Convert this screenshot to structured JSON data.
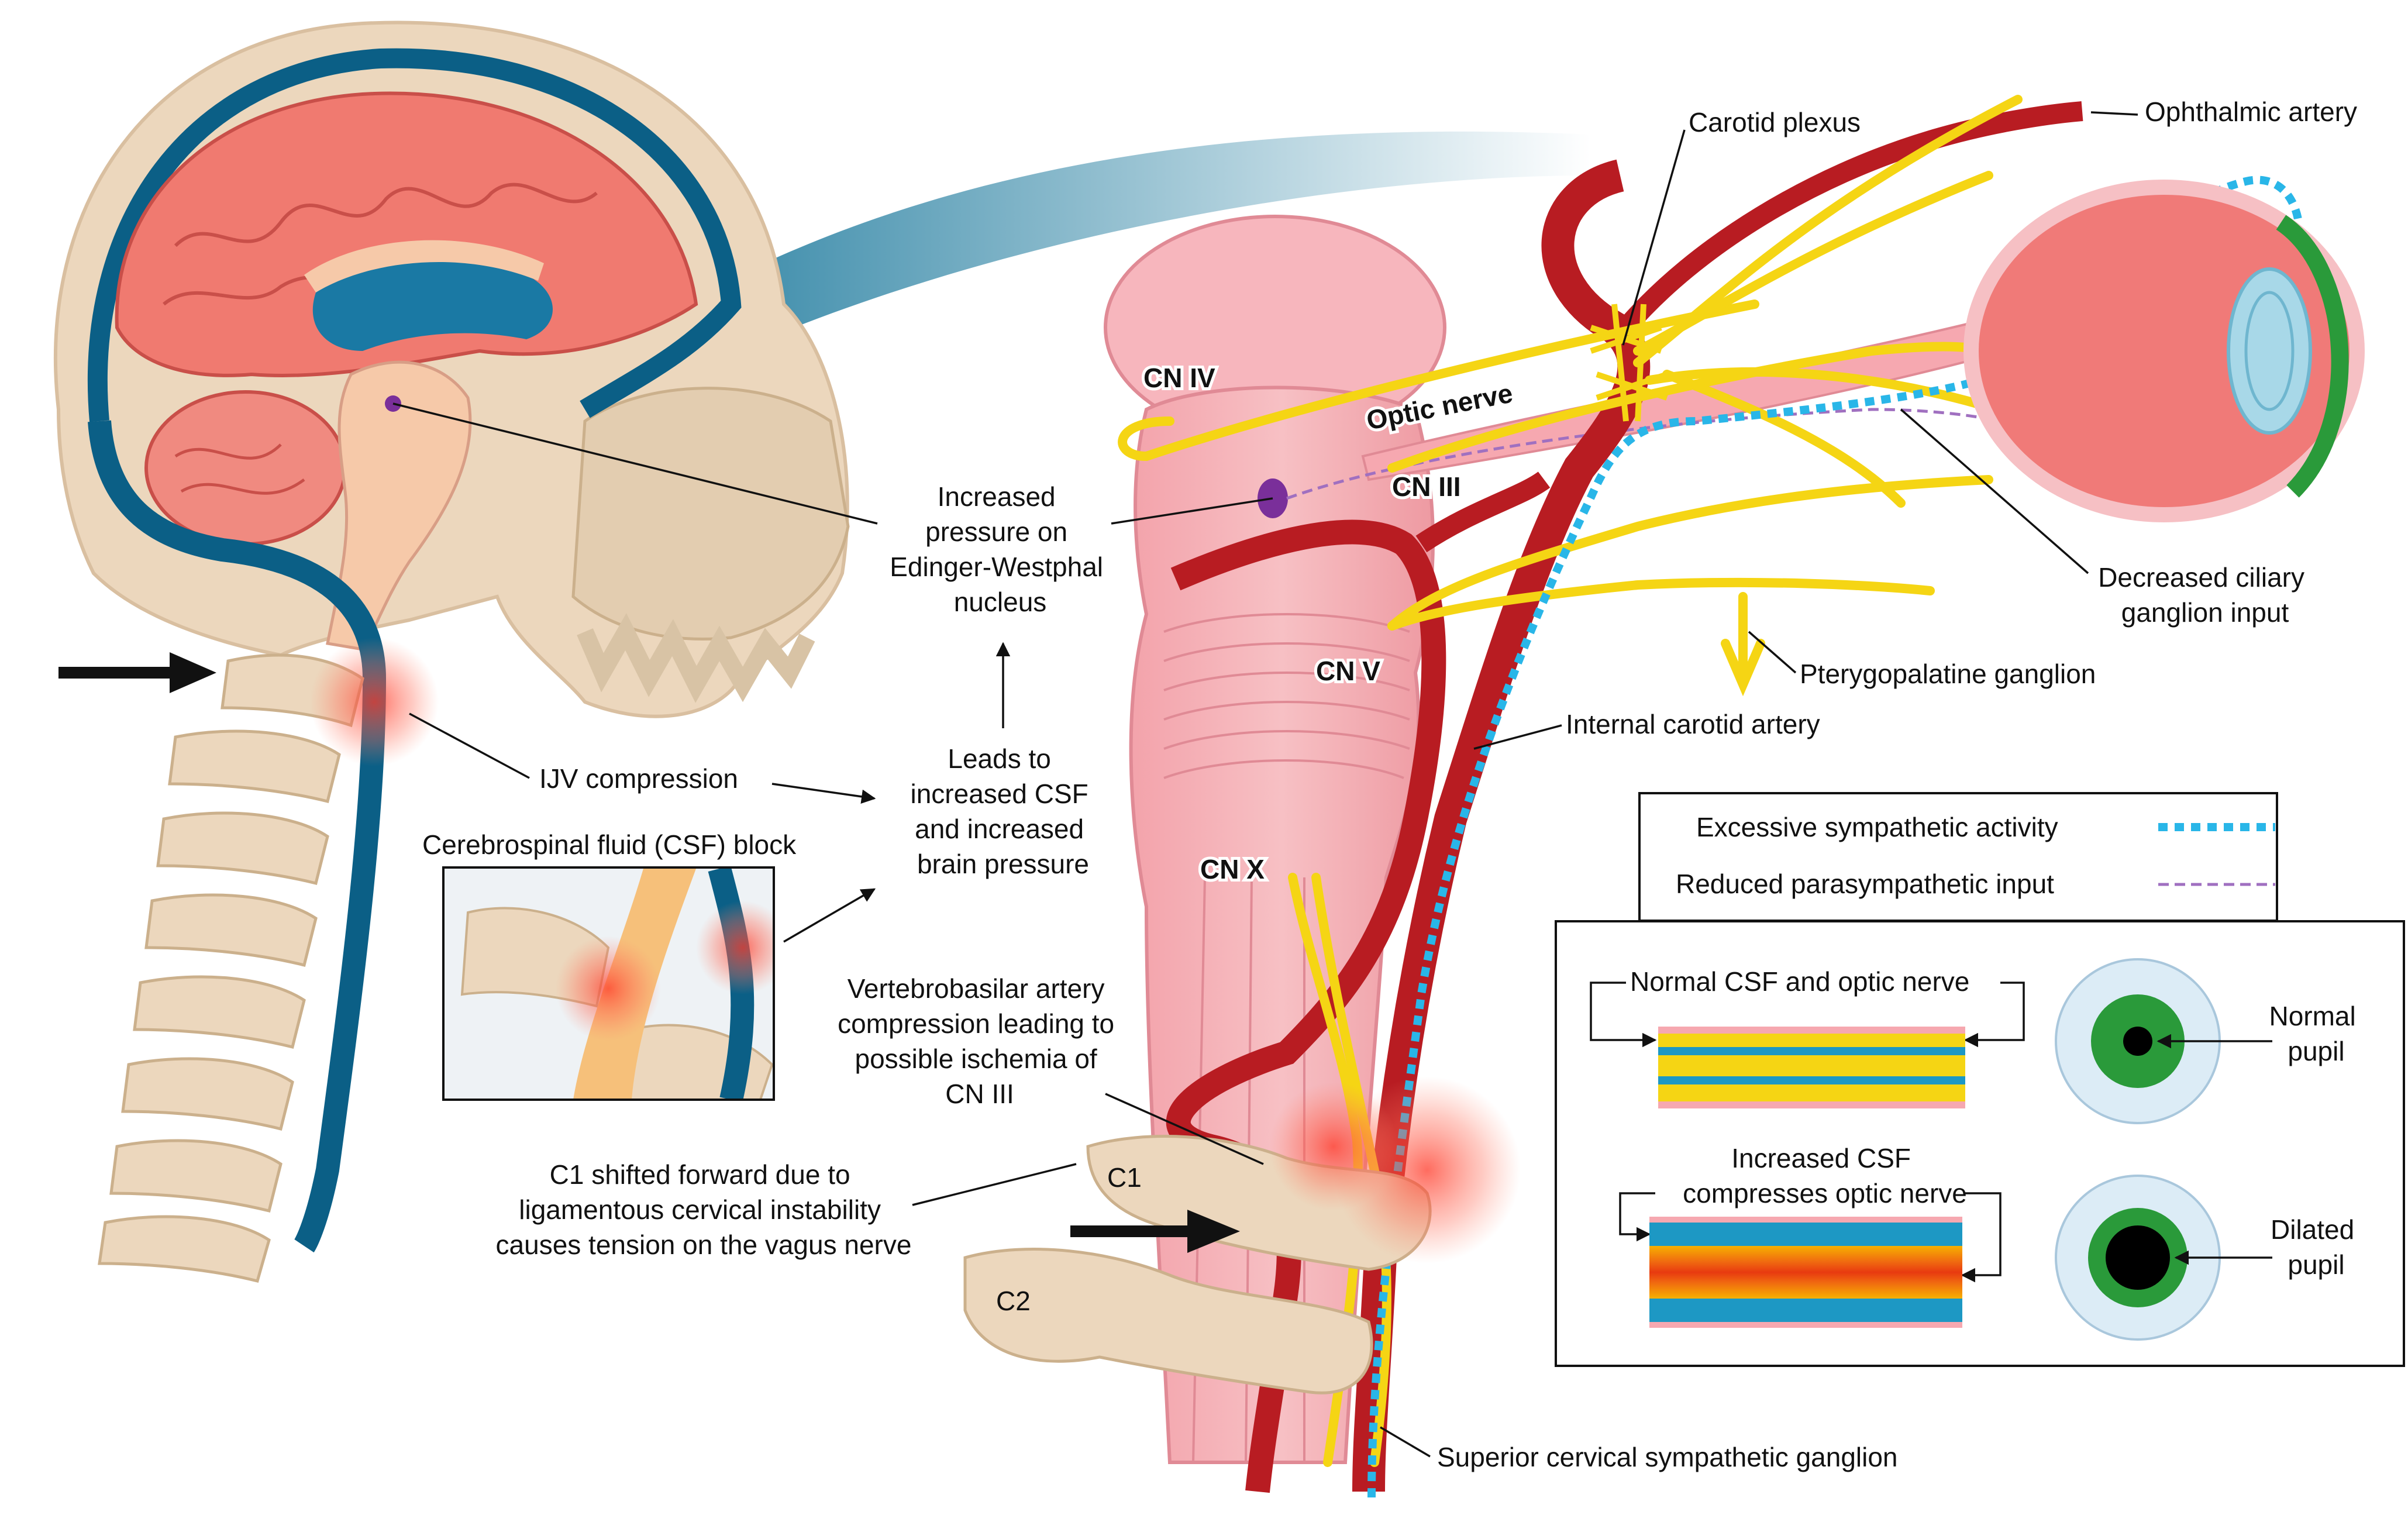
{
  "labels": {
    "carotid_plexus": "Carotid plexus",
    "ophthalmic_artery": "Ophthalmic artery",
    "cn_iv": "CN IV",
    "optic_nerve": "Optic nerve",
    "cn_iii": "CN III",
    "cn_v": "CN V",
    "cn_x": "CN X",
    "c1": "C1",
    "c2": "C2",
    "ew_line1": "Increased",
    "ew_line2": "pressure on",
    "ew_line3": "Edinger-Westphal",
    "ew_line4": "nucleus",
    "ciliary_line1": "Decreased ciliary",
    "ciliary_line2": "ganglion input",
    "pterygopalatine": "Pterygopalatine ganglion",
    "internal_carotid": "Internal carotid artery",
    "ijv": "IJV compression",
    "csf_block": "Cerebrospinal fluid (CSF) block",
    "csf_line1": "Leads to",
    "csf_line2": "increased CSF",
    "csf_line3": "and increased",
    "csf_line4": "brain pressure",
    "vb_line1": "Vertebrobasilar artery",
    "vb_line2": "compression leading to",
    "vb_line3": "possible ischemia of",
    "vb_line4": "CN III",
    "c1_line1": "C1 shifted forward due to",
    "c1_line2": "ligamentous cervical instability",
    "c1_line3": "causes tension on the vagus nerve",
    "scg": "Superior cervical sympathetic ganglion"
  },
  "legend": {
    "sympathetic": "Excessive sympathetic activity",
    "parasympathetic": "Reduced parasympathetic input",
    "sympathetic_color": "#29b6e8",
    "parasympathetic_color": "#a070c0"
  },
  "comparison": {
    "normal_csf": "Normal CSF and optic nerve",
    "increased_line1": "Increased CSF",
    "increased_line2": "compresses optic nerve",
    "normal_pupil_line1": "Normal",
    "normal_pupil_line2": "pupil",
    "dilated_pupil_line1": "Dilated",
    "dilated_pupil_line2": "pupil"
  },
  "colors": {
    "vein_blue": "#0b5f86",
    "artery_red": "#b81c22",
    "nerve_yellow": "#f5d514",
    "brain_pink": "#f07a70",
    "bone": "#ecd7bd",
    "iris_green": "#2a9a3a"
  }
}
